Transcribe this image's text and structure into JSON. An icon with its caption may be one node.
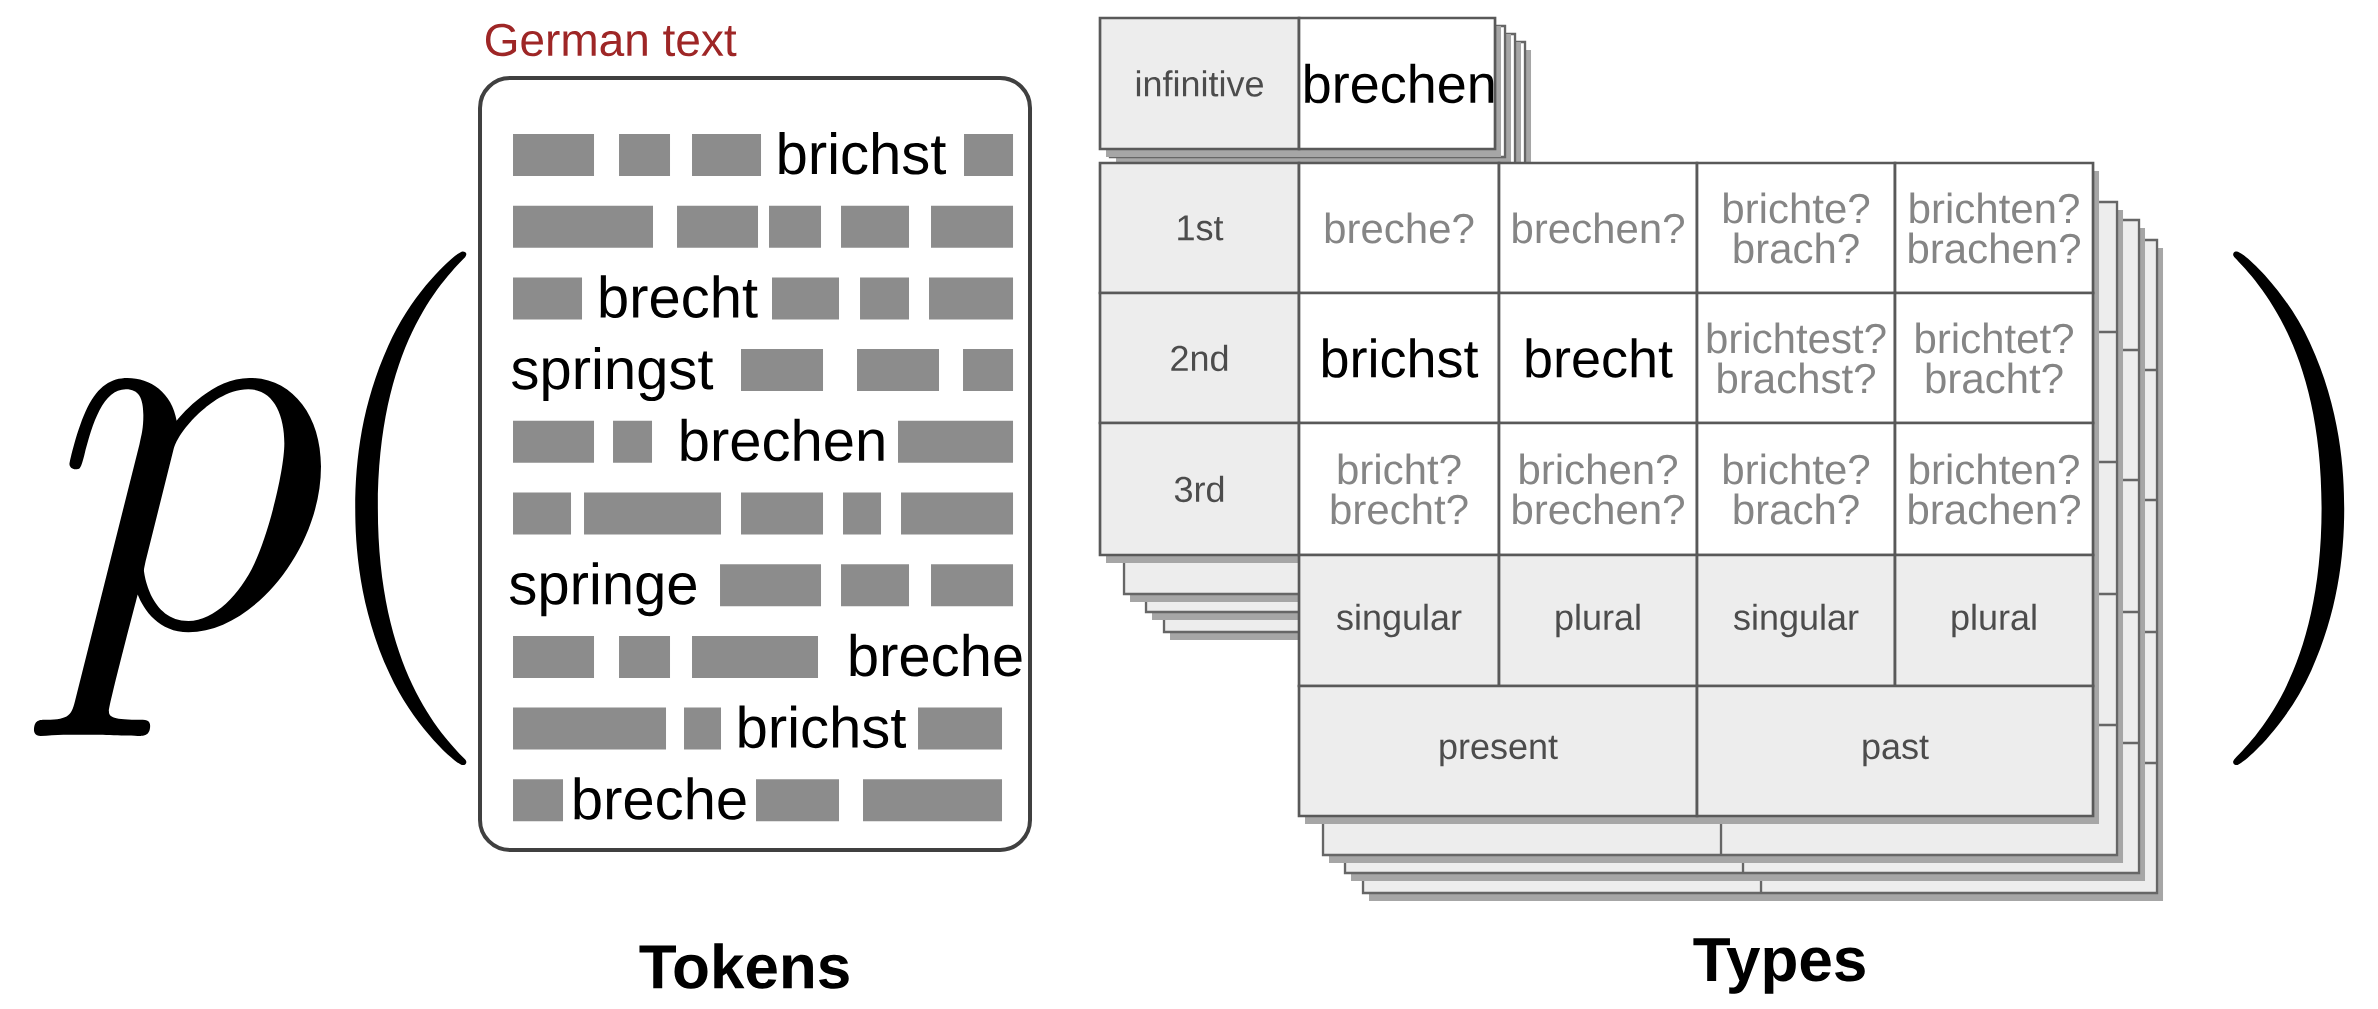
{
  "diagram": {
    "nodes": [
      {
        "text": [
          "German text",
          "brichst",
          "brecht",
          "springst",
          "brechen",
          "springe",
          "breche",
          "brichst",
          "breche"
        ]
      }
    ],
    "labels": [
      "p",
      "(",
      "infinitive",
      "brechen",
      "1st",
      "breche?",
      "brechen?",
      "brichte? brach?",
      "brichten? brachen?",
      "2nd",
      "brichst",
      "brecht",
      "brichtest? brachst?",
      "brichtet? bracht?",
      "3rd",
      "bricht? brecht?",
      "brichen? brechen?",
      "brichte? brach?",
      "brichten? brachen?",
      "singular",
      "plural",
      "singular",
      "plural",
      "present",
      "past",
      ")",
      "Tokens",
      "Types"
    ]
  }
}
